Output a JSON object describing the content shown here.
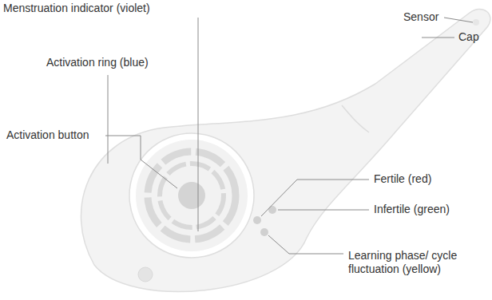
{
  "diagram": {
    "labels": [
      "Menstruation indicator (violet)",
      "Sensor",
      "Cap",
      "Activation ring (blue)",
      "Activation button",
      "Fertile (red)",
      "Infertile (green)",
      "Learning phase/ cycle fluctuation (yellow)"
    ]
  }
}
